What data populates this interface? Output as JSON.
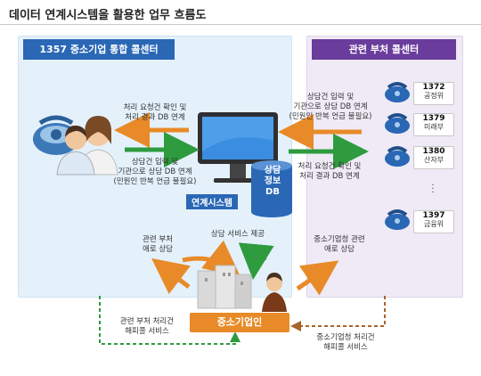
{
  "title": "데이터 연계시스템을 활용한 업무 흐름도",
  "left_panel": {
    "header": "1357 중소기업 통합 콜센터"
  },
  "right_panel": {
    "header": "관련 부처 콜센터"
  },
  "center": {
    "system_label": "연계시스템",
    "db_label": [
      "상담",
      "정보",
      "DB"
    ]
  },
  "labels": {
    "top_left_arrow": [
      "처리 요청건 확인 및",
      "처리 결과 DB 연계"
    ],
    "bottom_left_arrow": [
      "상담건 입력 및",
      "기관으로 상담 DB 연계",
      "(민원인 반복 언급 불필요)"
    ],
    "top_right_arrow": [
      "상담건 입력 및",
      "기관으로 상담 DB 연계",
      "(민원인 반복 언급 불필요)"
    ],
    "bottom_right_arrow": [
      "처리 요청건 확인 및",
      "처리 결과 DB 연계"
    ],
    "to_ministry": [
      "관련 부처",
      "애로 상담"
    ],
    "service": "상담 서비스 제공",
    "to_smba": [
      "중소기업청 관련",
      "애로 상담"
    ],
    "happy_call_ministry": [
      "관련 부처 처리건",
      "해피콜 서비스"
    ],
    "happy_call_smba": [
      "중소기업청 처리건",
      "해피콜 서비스"
    ]
  },
  "smb_label": "중소기업인",
  "phones": [
    {
      "number": "1372",
      "org": "공정위"
    },
    {
      "number": "1379",
      "org": "미래부"
    },
    {
      "number": "1380",
      "org": "산자부"
    },
    {
      "number": "1397",
      "org": "금융위"
    }
  ],
  "colors": {
    "blue_header": "#2a67b5",
    "purple_header": "#6a3c9c",
    "orange": "#e88a28",
    "green": "#2e9b3e"
  }
}
